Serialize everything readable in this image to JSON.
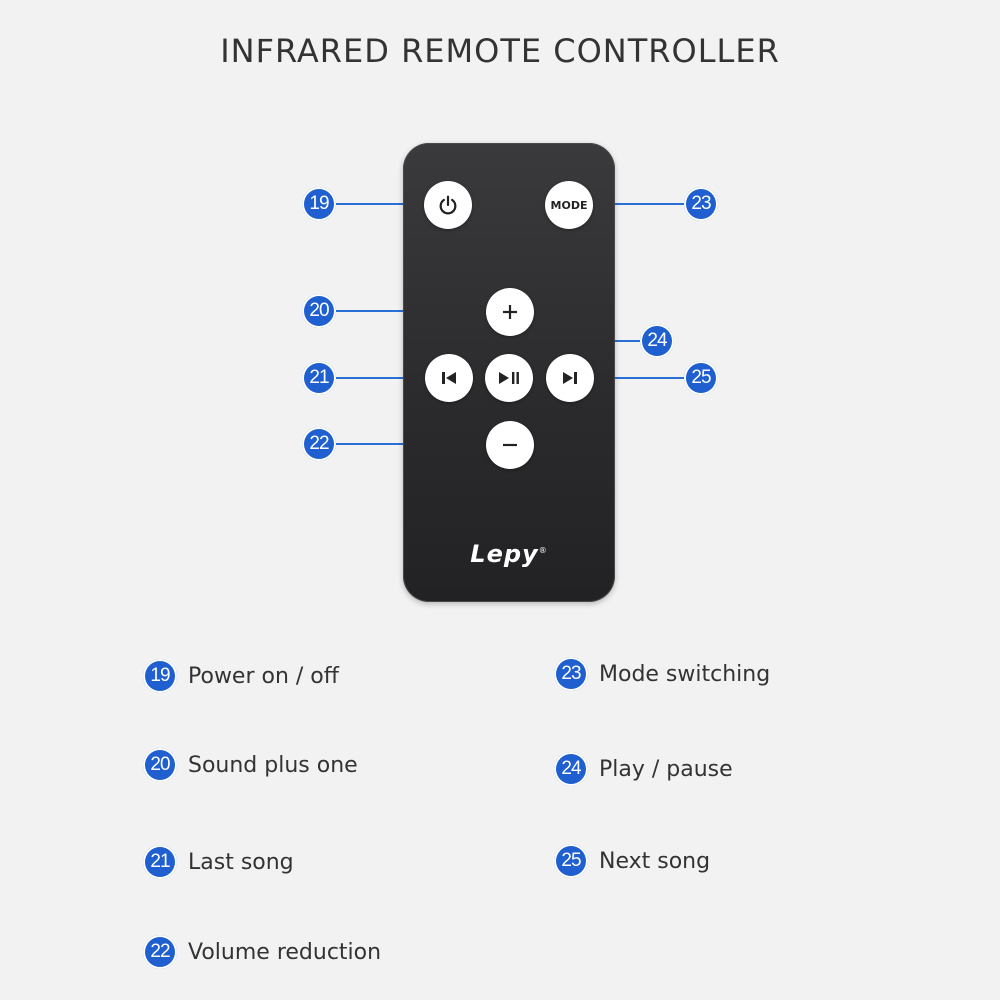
{
  "title": "INFRARED REMOTE CONTROLLER",
  "brand": "Lepy",
  "brand_mark": "®",
  "colors": {
    "background": "#f2f2f3",
    "remote_body": "#2f2f31",
    "button": "#ffffff",
    "callout": "#1f5fcf",
    "line": "#2a6fd6"
  },
  "buttons": {
    "power": {
      "icon": "power-icon"
    },
    "mode": {
      "label": "MODE"
    },
    "plus": {
      "icon": "plus-icon"
    },
    "previous": {
      "icon": "skip-previous-icon"
    },
    "play_pause": {
      "icon": "play-pause-icon"
    },
    "next": {
      "icon": "skip-next-icon"
    },
    "minus": {
      "icon": "minus-icon"
    }
  },
  "callouts": {
    "c19": "19",
    "c20": "20",
    "c21": "21",
    "c22": "22",
    "c23": "23",
    "c24": "24",
    "c25": "25"
  },
  "legend": {
    "items": [
      {
        "number": "19",
        "text": "Power on / off"
      },
      {
        "number": "20",
        "text": "Sound plus one"
      },
      {
        "number": "21",
        "text": "Last song"
      },
      {
        "number": "22",
        "text": "Volume reduction"
      },
      {
        "number": "23",
        "text": "Mode switching"
      },
      {
        "number": "24",
        "text": "Play / pause"
      },
      {
        "number": "25",
        "text": "Next song"
      }
    ]
  }
}
